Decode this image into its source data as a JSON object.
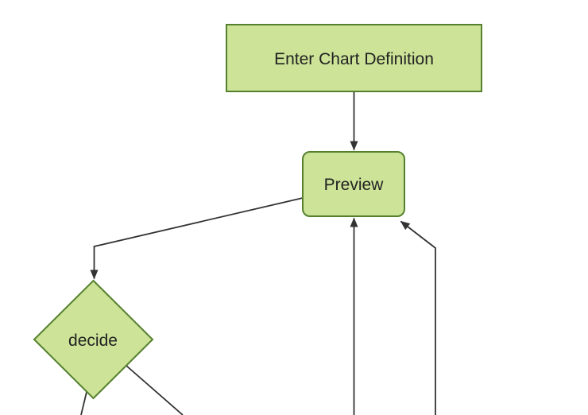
{
  "diagram": {
    "type": "flowchart",
    "direction": "top-down",
    "background": "#ffffff",
    "colors": {
      "node_fill": "#cde498",
      "node_border": "#55812e",
      "edge": "#333333",
      "text": "#222222"
    },
    "nodes": [
      {
        "id": "A",
        "label": "Enter Chart Definition",
        "shape": "rectangle"
      },
      {
        "id": "B",
        "label": "Preview",
        "shape": "rounded-rectangle"
      },
      {
        "id": "C",
        "label": "decide",
        "shape": "diamond"
      }
    ],
    "edges": [
      {
        "from": "A",
        "to": "B",
        "arrow": true
      },
      {
        "from": "B",
        "to": "C",
        "arrow": true
      },
      {
        "from": "C",
        "to": "offscreen-bottom-left",
        "arrow": false
      },
      {
        "from": "C",
        "to": "offscreen-bottom-right",
        "arrow": false
      },
      {
        "from": "offscreen-bottom-center",
        "to": "B",
        "arrow": true
      },
      {
        "from": "offscreen-bottom-right",
        "to": "B",
        "arrow": true
      }
    ]
  }
}
